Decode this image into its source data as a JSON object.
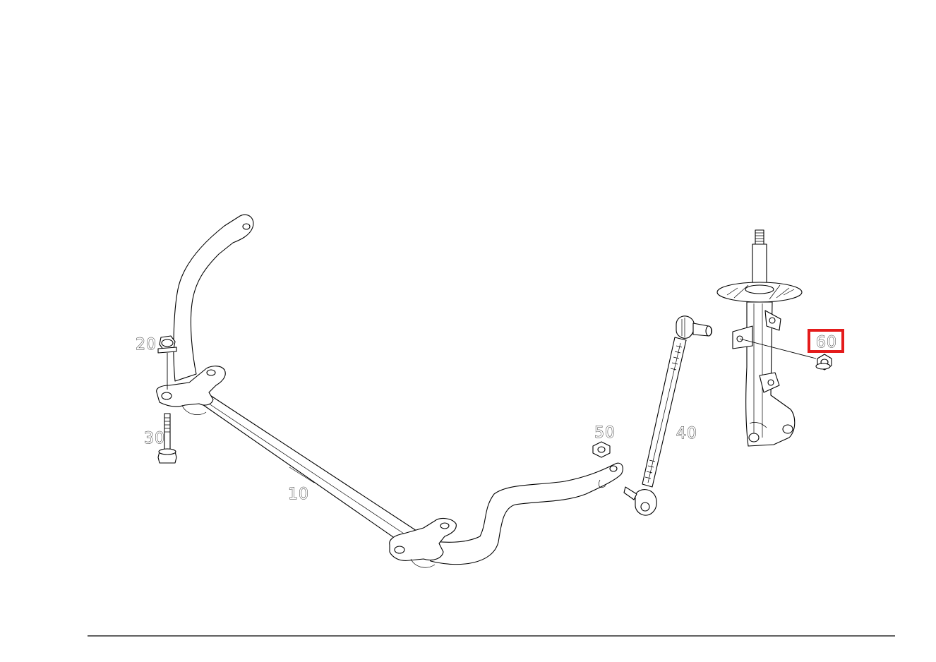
{
  "diagram": {
    "type": "exploded-parts-diagram",
    "callouts": [
      {
        "id": "10",
        "label": "10",
        "part": "stabilizer-bar"
      },
      {
        "id": "20",
        "label": "20",
        "part": "flange-nut"
      },
      {
        "id": "30",
        "label": "30",
        "part": "bolt"
      },
      {
        "id": "40",
        "label": "40",
        "part": "stabilizer-link"
      },
      {
        "id": "50",
        "label": "50",
        "part": "nut"
      },
      {
        "id": "60",
        "label": "60",
        "part": "flange-nut",
        "highlighted": true
      }
    ],
    "highlight_color": "#e41b1b"
  }
}
